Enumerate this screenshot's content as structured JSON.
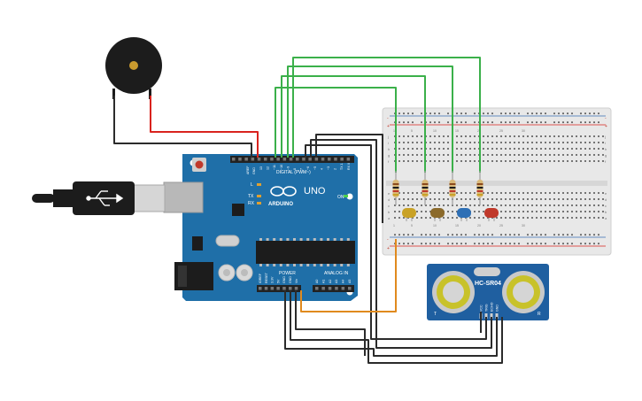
{
  "board": {
    "model": "UNO",
    "brand": "ARDUINO",
    "digital_label": "DIGITAL (PWM~)",
    "power_label": "POWER",
    "analog_label": "ANALOG IN",
    "on_label": "ON",
    "l_label": "L",
    "tx_label": "TX",
    "rx_label": "RX",
    "aref_label": "AREF",
    "gnd_label": "GND",
    "digital_pins": [
      "13",
      "12",
      "~11",
      "~10",
      "~9",
      "8",
      "7",
      "~6",
      "~5",
      "4",
      "~3",
      "2",
      "TX 1",
      "RX 0"
    ],
    "power_pins": [
      "IOREF",
      "RESET",
      "3.3V",
      "5V",
      "GND",
      "GND",
      "Vin"
    ],
    "analog_pins": [
      "A0",
      "A1",
      "A2",
      "A3",
      "A4",
      "A5"
    ]
  },
  "sensor": {
    "model": "HC-SR04",
    "left_mark": "T",
    "right_mark": "R",
    "pins": [
      "VCC",
      "TRIG",
      "ECHO",
      "GND"
    ]
  },
  "breadboard": {
    "column_numbers": [
      "1",
      "5",
      "10",
      "15",
      "20",
      "25",
      "30"
    ],
    "row_letters_top": [
      "j",
      "i",
      "h",
      "g",
      "f"
    ],
    "row_letters_bottom": [
      "e",
      "d",
      "c",
      "b",
      "a"
    ],
    "plus": "+",
    "minus": "-"
  },
  "leds": [
    {
      "color": "#c9a227"
    },
    {
      "color": "#8b6a2b"
    },
    {
      "color": "#2e6fb5"
    },
    {
      "color": "#c0392b"
    }
  ],
  "wire_colors": {
    "signal": "#3bb04a",
    "ground": "#2b2b2b",
    "power": "#e08a1e",
    "buzzer": "#d9231e"
  },
  "colors": {
    "board": "#1f6fa8",
    "sensor": "#1f5fa0",
    "breadboard": "#e6e6e6"
  }
}
